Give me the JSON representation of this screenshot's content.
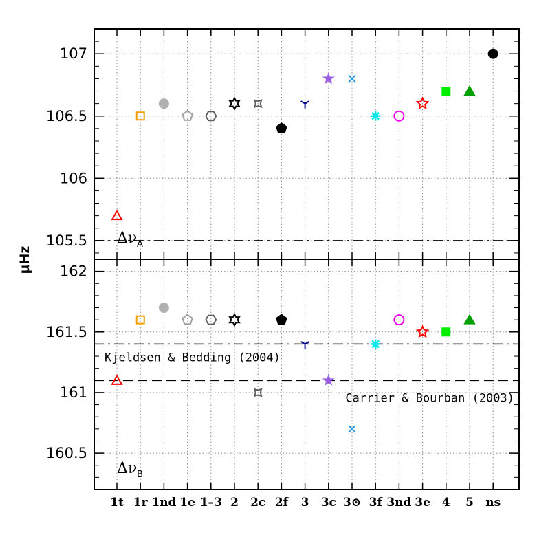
{
  "chart_data": {
    "type": "scatter",
    "xlabel": "",
    "ylabel": "µHz",
    "categories": [
      "1t",
      "1r",
      "1nd",
      "1e",
      "1–3",
      "2",
      "2c",
      "2f",
      "3",
      "3c",
      "3⊙",
      "3f",
      "3nd",
      "3e",
      "4",
      "5",
      "ns"
    ],
    "grid": true,
    "panels": [
      {
        "id": "top",
        "label": "Δν",
        "label_sub": "A",
        "ylim": [
          105.35,
          107.2
        ],
        "yticks": [
          105.5,
          106,
          106.5,
          107
        ],
        "ytick_labels": [
          "105.5",
          "106",
          "106.5",
          "107"
        ],
        "values": [
          105.7,
          106.5,
          106.6,
          106.5,
          106.5,
          106.6,
          106.6,
          106.4,
          106.6,
          106.8,
          106.8,
          106.5,
          106.5,
          106.6,
          106.7,
          106.7,
          107.0
        ],
        "reference_lines": [
          {
            "y": 105.5,
            "style": "dash-dot",
            "label": ""
          }
        ]
      },
      {
        "id": "bottom",
        "label": "Δν",
        "label_sub": "B",
        "ylim": [
          160.2,
          162.1
        ],
        "yticks": [
          160.5,
          161,
          161.5,
          162
        ],
        "ytick_labels": [
          "160.5",
          "161",
          "161.5",
          "162"
        ],
        "values": [
          161.1,
          161.6,
          161.7,
          161.6,
          161.6,
          161.6,
          161.0,
          161.6,
          161.4,
          161.1,
          160.7,
          161.4,
          161.6,
          161.5,
          161.5,
          161.6,
          null
        ],
        "reference_lines": [
          {
            "y": 161.4,
            "style": "dash-dot",
            "label": "Kjeldsen & Bedding (2004)"
          },
          {
            "y": 161.1,
            "style": "dashed",
            "label": "Carrier & Bourban (2003)"
          }
        ]
      }
    ],
    "markers": [
      {
        "shape": "triangle",
        "fill": false,
        "color": "#ff0000"
      },
      {
        "shape": "square",
        "fill": false,
        "color": "#f0a000"
      },
      {
        "shape": "circle",
        "fill": true,
        "color": "#b0b0b0"
      },
      {
        "shape": "pentagon",
        "fill": false,
        "color": "#a0a0a0"
      },
      {
        "shape": "hexagon",
        "fill": false,
        "color": "#606060"
      },
      {
        "shape": "star6",
        "fill": false,
        "color": "#000000"
      },
      {
        "shape": "star4",
        "fill": false,
        "color": "#606060"
      },
      {
        "shape": "pentagon",
        "fill": true,
        "color": "#000000"
      },
      {
        "shape": "tripod",
        "fill": false,
        "color": "#00008b"
      },
      {
        "shape": "asterisk",
        "fill": true,
        "color": "#9b5de5"
      },
      {
        "shape": "cross",
        "fill": false,
        "color": "#3399dd"
      },
      {
        "shape": "asterisk-bold",
        "fill": true,
        "color": "#00e5e5"
      },
      {
        "shape": "circle",
        "fill": false,
        "color": "#ee00ee"
      },
      {
        "shape": "star5",
        "fill": false,
        "color": "#ff0000"
      },
      {
        "shape": "square",
        "fill": true,
        "color": "#00ee00"
      },
      {
        "shape": "triangle",
        "fill": true,
        "color": "#00a000"
      },
      {
        "shape": "circle",
        "fill": true,
        "color": "#000000"
      }
    ]
  }
}
